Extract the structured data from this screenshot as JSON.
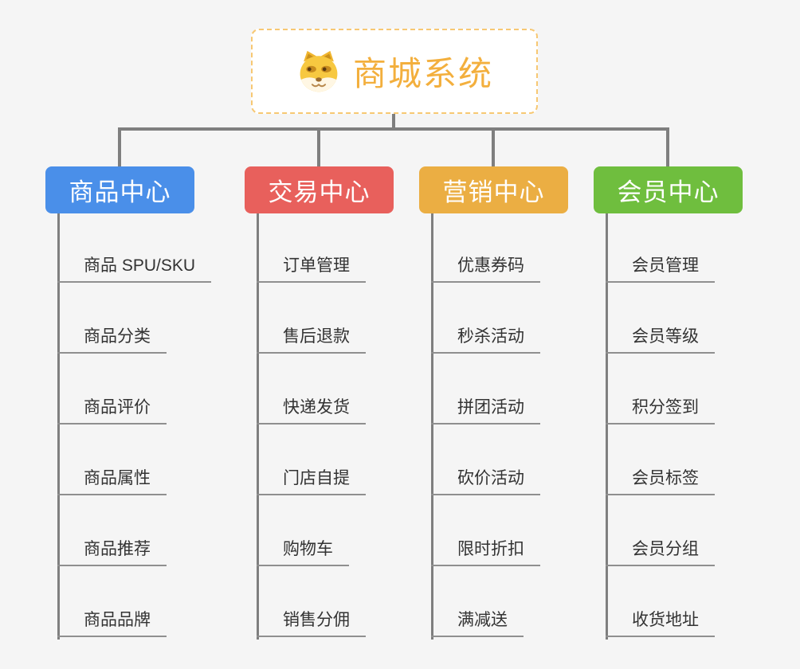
{
  "canvas": {
    "background": "#F5F5F5",
    "connector_color": "#7F7F7F",
    "underline_color": "#8F8F8F",
    "leaf_text_color": "#333333"
  },
  "root": {
    "title": "商城系统",
    "icon": "dog-face-icon",
    "text_color": "#F3AF3D",
    "border_color": "#F7C873",
    "background": "#FFFFFF"
  },
  "branches": [
    {
      "label": "商品中心",
      "color": "#4A8FE9",
      "items": [
        "商品 SPU/SKU",
        "商品分类",
        "商品评价",
        "商品属性",
        "商品推荐",
        "商品品牌"
      ]
    },
    {
      "label": "交易中心",
      "color": "#E8605C",
      "items": [
        "订单管理",
        "售后退款",
        "快递发货",
        "门店自提",
        "购物车",
        "销售分佣"
      ]
    },
    {
      "label": "营销中心",
      "color": "#EBAE43",
      "items": [
        "优惠券码",
        "秒杀活动",
        "拼团活动",
        "砍价活动",
        "限时折扣",
        "满减送"
      ]
    },
    {
      "label": "会员中心",
      "color": "#6FBE3E",
      "items": [
        "会员管理",
        "会员等级",
        "积分签到",
        "会员标签",
        "会员分组",
        "收货地址"
      ]
    }
  ]
}
